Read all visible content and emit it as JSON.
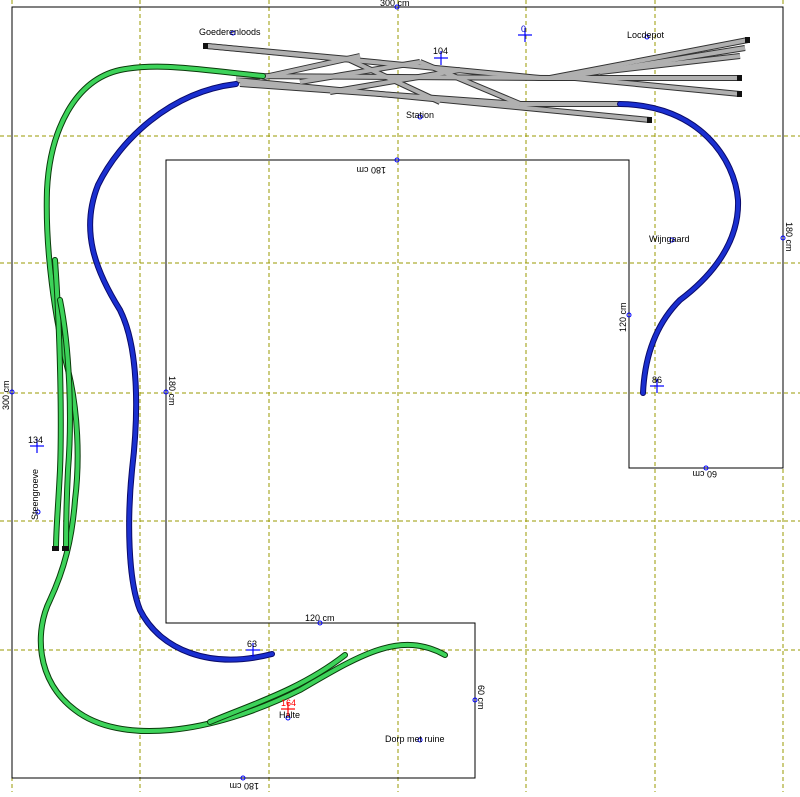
{
  "dimensions": {
    "top": "300 cm",
    "inner_top": "180 cm",
    "right": "180 cm",
    "left": "300 cm",
    "inner_left": "180 cm",
    "inner_right": "120 cm",
    "right_module_bottom": "60 cm",
    "bottom_module_top": "120 cm",
    "bottom_module_right": "60 cm",
    "bottom": "180 cm"
  },
  "labels": {
    "goederenloods": "Goederenloods",
    "locdepot": "Locdepot",
    "station": "Station",
    "wijngaard": "Wijngaard",
    "steengroeve": "Steengroeve",
    "halte": "Halte",
    "dorp": "Dorp met ruine"
  },
  "markers": {
    "m0": "0",
    "m104": "104",
    "m86": "86",
    "m134": "134",
    "m63": "63",
    "m164": "164"
  },
  "colors": {
    "grid": "#9a9a00",
    "track_blue": "#1a2fd0",
    "track_green": "#3dd35a",
    "track_gray": "#b0b0b0",
    "marker": "#0000ff",
    "marker_highlight": "#ff0000"
  }
}
